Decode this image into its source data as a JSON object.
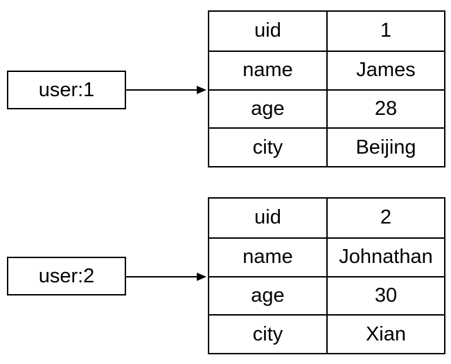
{
  "diagram": {
    "title": "redis-hash-mapping-diagram",
    "background_color": "#ffffff",
    "stroke_color": "#000000",
    "entities": [
      {
        "key_label": "user:1",
        "rows": [
          {
            "field": "uid",
            "value": "1"
          },
          {
            "field": "name",
            "value": "James"
          },
          {
            "field": "age",
            "value": "28"
          },
          {
            "field": "city",
            "value": "Beijing"
          }
        ]
      },
      {
        "key_label": "user:2",
        "rows": [
          {
            "field": "uid",
            "value": "2"
          },
          {
            "field": "name",
            "value": "Johnathan"
          },
          {
            "field": "age",
            "value": "30"
          },
          {
            "field": "city",
            "value": "Xian"
          }
        ]
      }
    ]
  }
}
